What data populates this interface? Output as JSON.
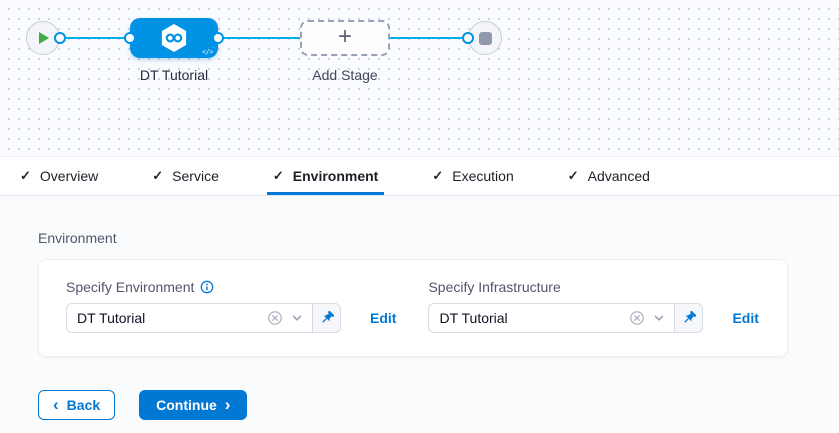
{
  "icons": {
    "check": "✓",
    "plus": "+",
    "code_badge": "</>",
    "chevron_left": "‹",
    "chevron_right": "›"
  },
  "canvas": {
    "stage_label": "DT Tutorial",
    "add_stage_label": "Add Stage"
  },
  "tabs": [
    {
      "label": "Overview"
    },
    {
      "label": "Service"
    },
    {
      "label": "Environment"
    },
    {
      "label": "Execution"
    },
    {
      "label": "Advanced"
    }
  ],
  "active_tab": "Environment",
  "content": {
    "section_title": "Environment",
    "fields": [
      {
        "label": "Specify Environment",
        "value": "DT Tutorial",
        "edit_label": "Edit"
      },
      {
        "label": "Specify Infrastructure",
        "value": "DT Tutorial",
        "edit_label": "Edit"
      }
    ]
  },
  "footer": {
    "back_label": "Back",
    "continue_label": "Continue"
  },
  "colors": {
    "primary_blue": "#0278d5",
    "node_blue": "#0092e4",
    "edge_blue": "#00ade4",
    "play_green": "#42ab45",
    "stop_gray": "#9197ac"
  }
}
